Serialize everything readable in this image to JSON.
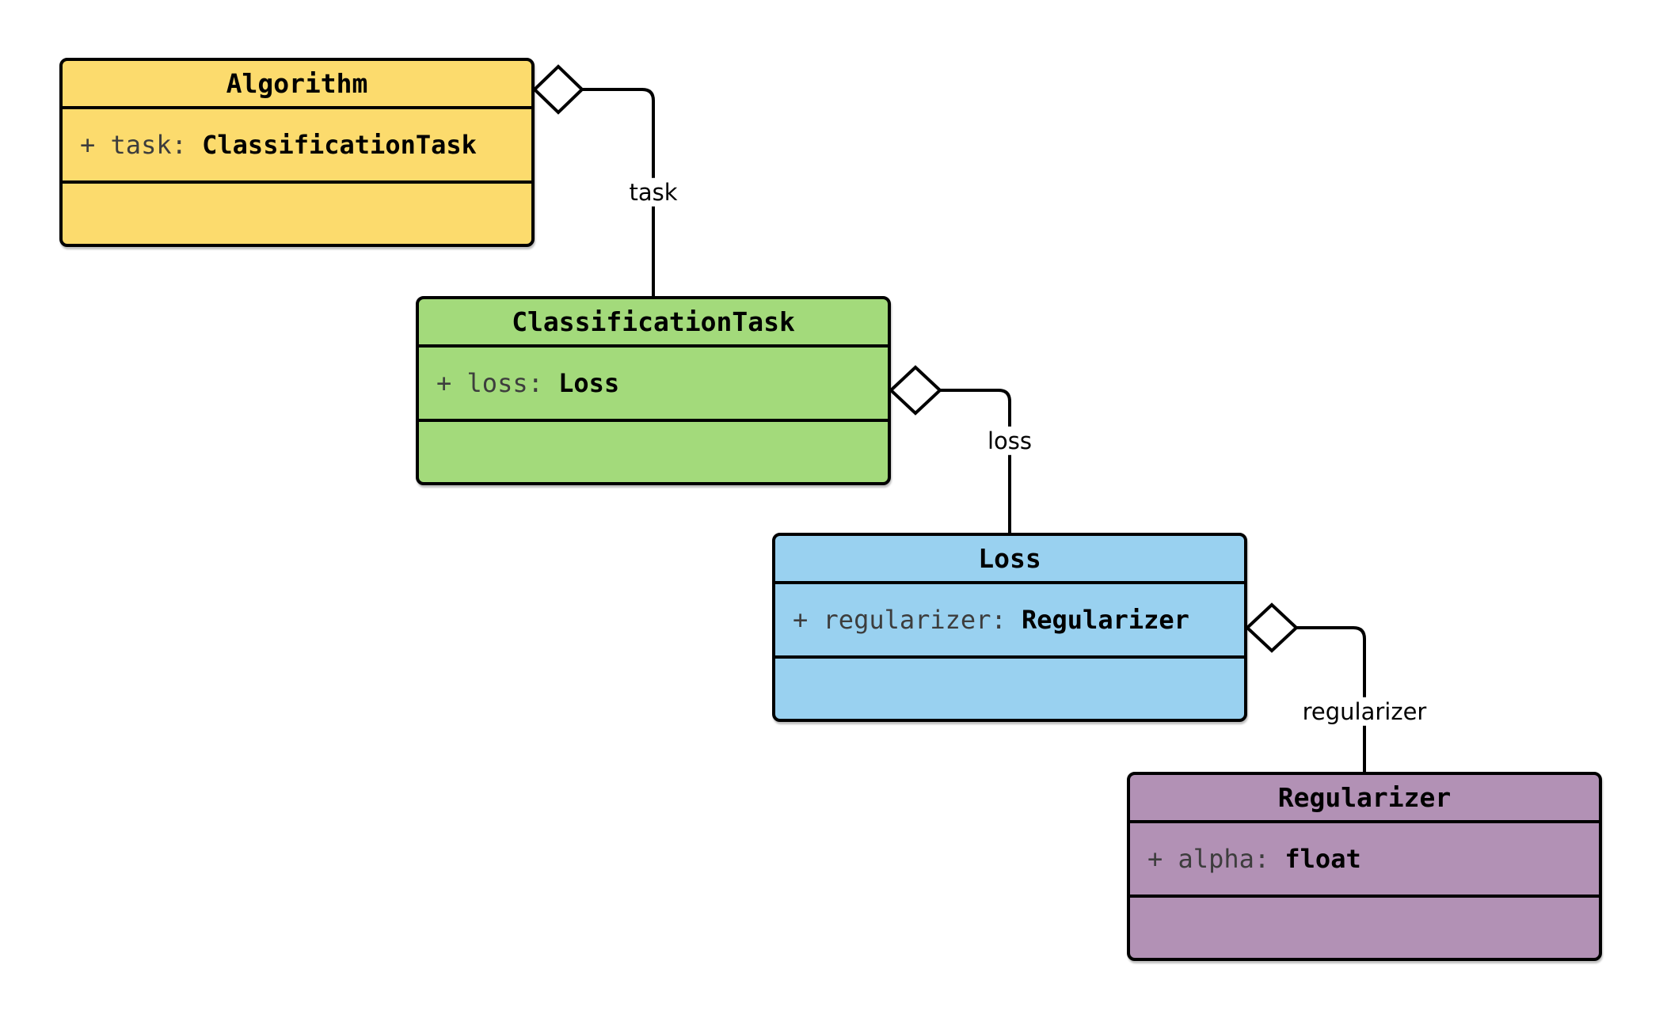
{
  "diagram": {
    "type": "uml-class-diagram",
    "classes": [
      {
        "name": "Algorithm",
        "attribute_label": "+ task: ",
        "attribute_type": "ClassificationTask",
        "fill": "#FCDB6D"
      },
      {
        "name": "ClassificationTask",
        "attribute_label": "+ loss: ",
        "attribute_type": "Loss",
        "fill": "#A3DA7B"
      },
      {
        "name": "Loss",
        "attribute_label": "+ regularizer: ",
        "attribute_type": "Regularizer",
        "fill": "#99D1F0"
      },
      {
        "name": "Regularizer",
        "attribute_label": "+ alpha: ",
        "attribute_type": "float",
        "fill": "#B291B5"
      }
    ],
    "relations": [
      {
        "from": "Algorithm",
        "to": "ClassificationTask",
        "label": "task",
        "kind": "aggregation"
      },
      {
        "from": "ClassificationTask",
        "to": "Loss",
        "label": "loss",
        "kind": "aggregation"
      },
      {
        "from": "Loss",
        "to": "Regularizer",
        "label": "regularizer",
        "kind": "aggregation"
      }
    ],
    "colors": {
      "stroke": "#000000",
      "background": "#ffffff",
      "attribute_name_color": "#3d3d3d"
    }
  }
}
